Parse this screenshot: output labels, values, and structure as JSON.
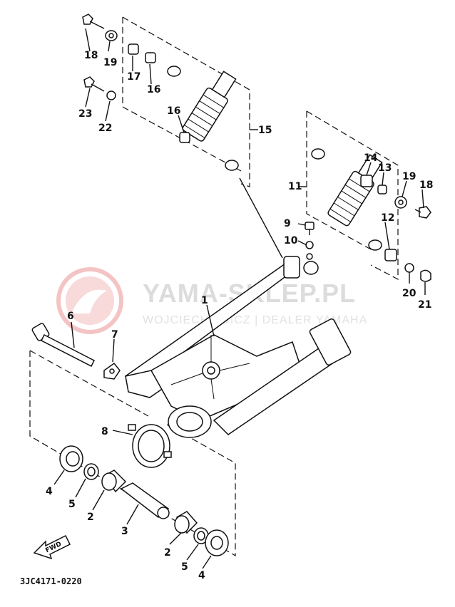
{
  "watermark": {
    "title": "YAMA-SKLEP.PL",
    "subtitle": "WOJCIECHOWICZ | DEALER YAMAHA"
  },
  "diagram_code": "3JC4171-0220",
  "fwd_label": "FWD",
  "callouts": {
    "c1": "1",
    "c2a": "2",
    "c2b": "2",
    "c3": "3",
    "c4a": "4",
    "c4b": "4",
    "c5a": "5",
    "c5b": "5",
    "c6": "6",
    "c7": "7",
    "c8": "8",
    "c9": "9",
    "c10": "10",
    "c11": "11",
    "c12": "12",
    "c13": "13",
    "c14": "14",
    "c15": "15",
    "c16a": "16",
    "c16b": "16",
    "c17": "17",
    "c18a": "18",
    "c18b": "18",
    "c19a": "19",
    "c19b": "19",
    "c20": "20",
    "c21": "21",
    "c22": "22",
    "c23": "23"
  },
  "colors": {
    "ink": "#111111",
    "watermark_logo": "#f2b8b8"
  }
}
